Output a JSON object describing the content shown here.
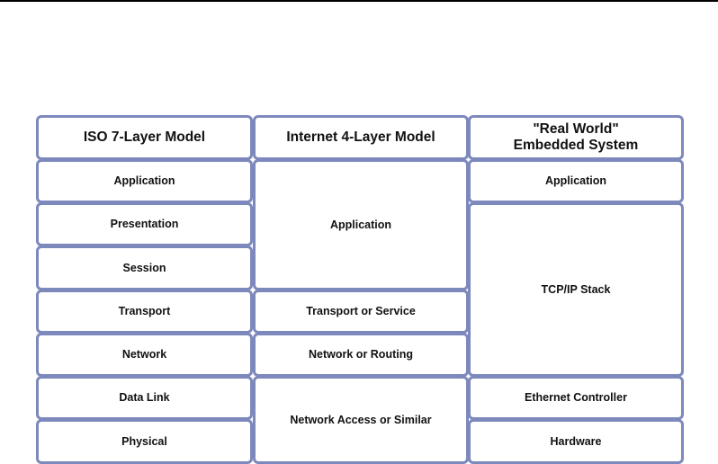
{
  "iso": {
    "title": "ISO 7-Layer Model",
    "layers": [
      "Application",
      "Presentation",
      "Session",
      "Transport",
      "Network",
      "Data Link",
      "Physical"
    ]
  },
  "internet": {
    "title": "Internet 4-Layer Model",
    "layers": [
      "Application",
      "Transport or Service",
      "Network or Routing",
      "Network Access or Similar"
    ]
  },
  "embedded": {
    "title": "\"Real World\"\nEmbedded System",
    "layers": [
      "Application",
      "TCP/IP Stack",
      "Ethernet Controller",
      "Hardware"
    ]
  },
  "colors": {
    "border": "#7d89bd",
    "text": "#111111"
  }
}
